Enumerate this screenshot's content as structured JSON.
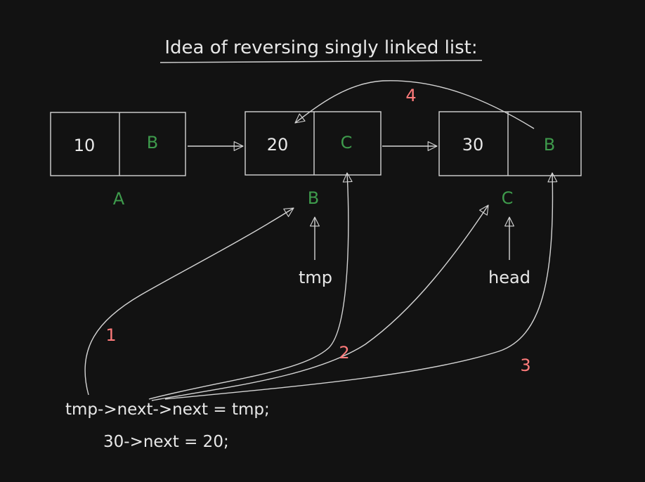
{
  "title": "Idea of reversing singly linked list:",
  "colors": {
    "background": "#121212",
    "stroke": "#d4d4d4",
    "text": "#e8e8e8",
    "pointer_text": "#3e9b4c",
    "step_number": "#ff7b7b"
  },
  "nodes": [
    {
      "value": "10",
      "next": "B",
      "label": "A"
    },
    {
      "value": "20",
      "next": "C",
      "label": "B"
    },
    {
      "value": "30",
      "next": "B",
      "label": "C"
    }
  ],
  "variables": {
    "tmp": "tmp",
    "head": "head"
  },
  "steps": [
    "1",
    "2",
    "3",
    "4"
  ],
  "code": {
    "line1": "tmp->next->next = tmp;",
    "line2": "30->next = 20;"
  }
}
